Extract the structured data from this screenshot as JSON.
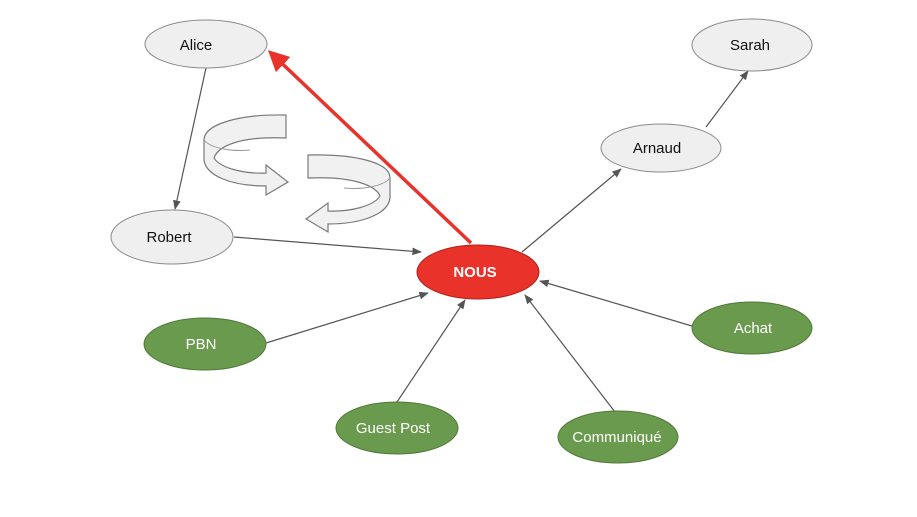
{
  "colors": {
    "background": "#ffffff",
    "neutral_fill": "#efefef",
    "neutral_stroke": "#8a8a8a",
    "neutral_text": "#111111",
    "green_fill": "#6a9a4d",
    "green_stroke": "#4f7a38",
    "green_text": "#ffffff",
    "hub_fill": "#e8322a",
    "hub_stroke": "#b01f18",
    "hub_text": "#ffffff",
    "edge": "#555555",
    "highlight_edge": "#e8322a",
    "rotation_arrow_fill": "#f1f1f1",
    "rotation_arrow_stroke": "#7a7a7a"
  },
  "nodes": {
    "alice": {
      "label": "Alice",
      "style": "neutral"
    },
    "sarah": {
      "label": "Sarah",
      "style": "neutral"
    },
    "arnaud": {
      "label": "Arnaud",
      "style": "neutral"
    },
    "robert": {
      "label": "Robert",
      "style": "neutral"
    },
    "nous": {
      "label": "NOUS",
      "style": "hub"
    },
    "pbn": {
      "label": "PBN",
      "style": "green"
    },
    "achat": {
      "label": "Achat",
      "style": "green"
    },
    "guest_post": {
      "label": "Guest Post",
      "style": "green"
    },
    "communique": {
      "label": "Communiqué",
      "style": "green"
    }
  },
  "edges": [
    {
      "from": "alice",
      "to": "robert",
      "style": "normal"
    },
    {
      "from": "robert",
      "to": "nous",
      "style": "normal"
    },
    {
      "from": "nous",
      "to": "arnaud",
      "style": "normal"
    },
    {
      "from": "arnaud",
      "to": "sarah",
      "style": "normal"
    },
    {
      "from": "pbn",
      "to": "nous",
      "style": "normal"
    },
    {
      "from": "guest_post",
      "to": "nous",
      "style": "normal"
    },
    {
      "from": "communique",
      "to": "nous",
      "style": "normal"
    },
    {
      "from": "achat",
      "to": "nous",
      "style": "normal"
    },
    {
      "from": "nous",
      "to": "alice",
      "style": "highlight"
    }
  ],
  "decorations": [
    {
      "type": "rotation-arrow",
      "direction": "right"
    },
    {
      "type": "rotation-arrow",
      "direction": "left"
    }
  ]
}
